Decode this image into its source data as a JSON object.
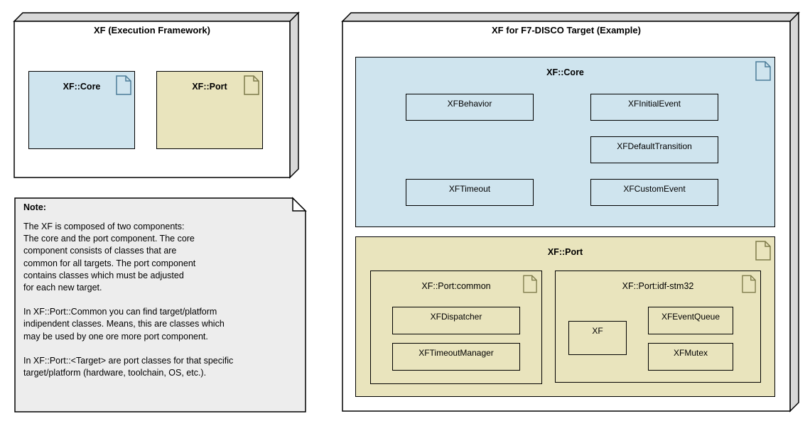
{
  "left_node": {
    "title": "XF (Execution Framework)",
    "core_label": "XF::Core",
    "port_label": "XF::Port"
  },
  "note": {
    "title": "Note:",
    "p1": "The XF is composed of two components:\nThe core and the port component. The core\ncomponent consists of classes that are\ncommon for all targets. The port component\ncontains classes which must be adjusted\nfor each new target.",
    "p2": "In XF::Port::Common you can find target/platform\nindipendent classes. Means, this are classes which\nmay be used by one ore more port component.",
    "p3": "In XF::Port::<Target> are port classes for that specific\ntarget/platform (hardware, toolchain, OS, etc.)."
  },
  "right_node": {
    "title": "XF for F7-DISCO Target (Example)",
    "core": {
      "label": "XF::Core",
      "classes": [
        "XFBehavior",
        "XFInitialEvent",
        "XFDefaultTransition",
        "XFTimeout",
        "XFCustomEvent"
      ]
    },
    "port": {
      "label": "XF::Port",
      "common": {
        "label": "XF::Port:common",
        "classes": [
          "XFDispatcher",
          "XFTimeoutManager"
        ]
      },
      "stm32": {
        "label": "XF::Port:idf-stm32",
        "classes": [
          "XF",
          "XFEventQueue",
          "XFMutex"
        ]
      }
    }
  },
  "icons": {
    "package_artifact": "document-icon"
  },
  "colors": {
    "core_fill": "#cfe4ee",
    "port_fill": "#e9e4bd",
    "node_side_fill": "#d8d8d8",
    "note_fill": "#ededed",
    "core_icon_stroke": "#4d7d98",
    "port_icon_stroke": "#7e7b4b",
    "outline": "#000000"
  }
}
